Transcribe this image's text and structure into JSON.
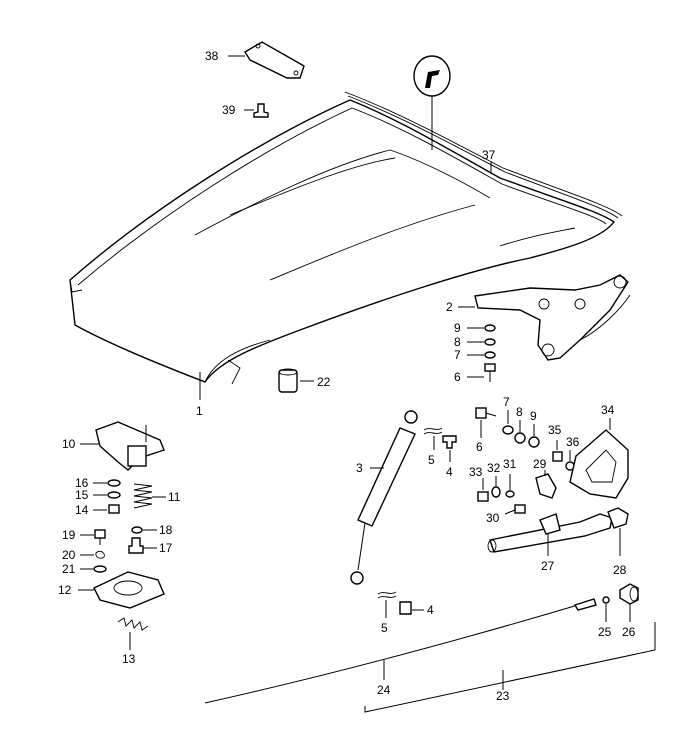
{
  "labels": {
    "l1": "1",
    "l2": "2",
    "l3": "3",
    "l4a": "4",
    "l4b": "4",
    "l5a": "5",
    "l5b": "5",
    "l6a": "6",
    "l6b": "6",
    "l7a": "7",
    "l7b": "7",
    "l8a": "8",
    "l8b": "8",
    "l9a": "9",
    "l9b": "9",
    "l10": "10",
    "l11": "11",
    "l12": "12",
    "l13": "13",
    "l14": "14",
    "l15": "15",
    "l16": "16",
    "l17": "17",
    "l18": "18",
    "l19": "19",
    "l20": "20",
    "l21": "21",
    "l22": "22",
    "l23": "23",
    "l24": "24",
    "l25": "25",
    "l26": "26",
    "l27": "27",
    "l28": "28",
    "l29": "29",
    "l30": "30",
    "l31": "31",
    "l32": "32",
    "l33": "33",
    "l34": "34",
    "l35": "35",
    "l36": "36",
    "l37": "37",
    "l38": "38",
    "l39": "39"
  }
}
